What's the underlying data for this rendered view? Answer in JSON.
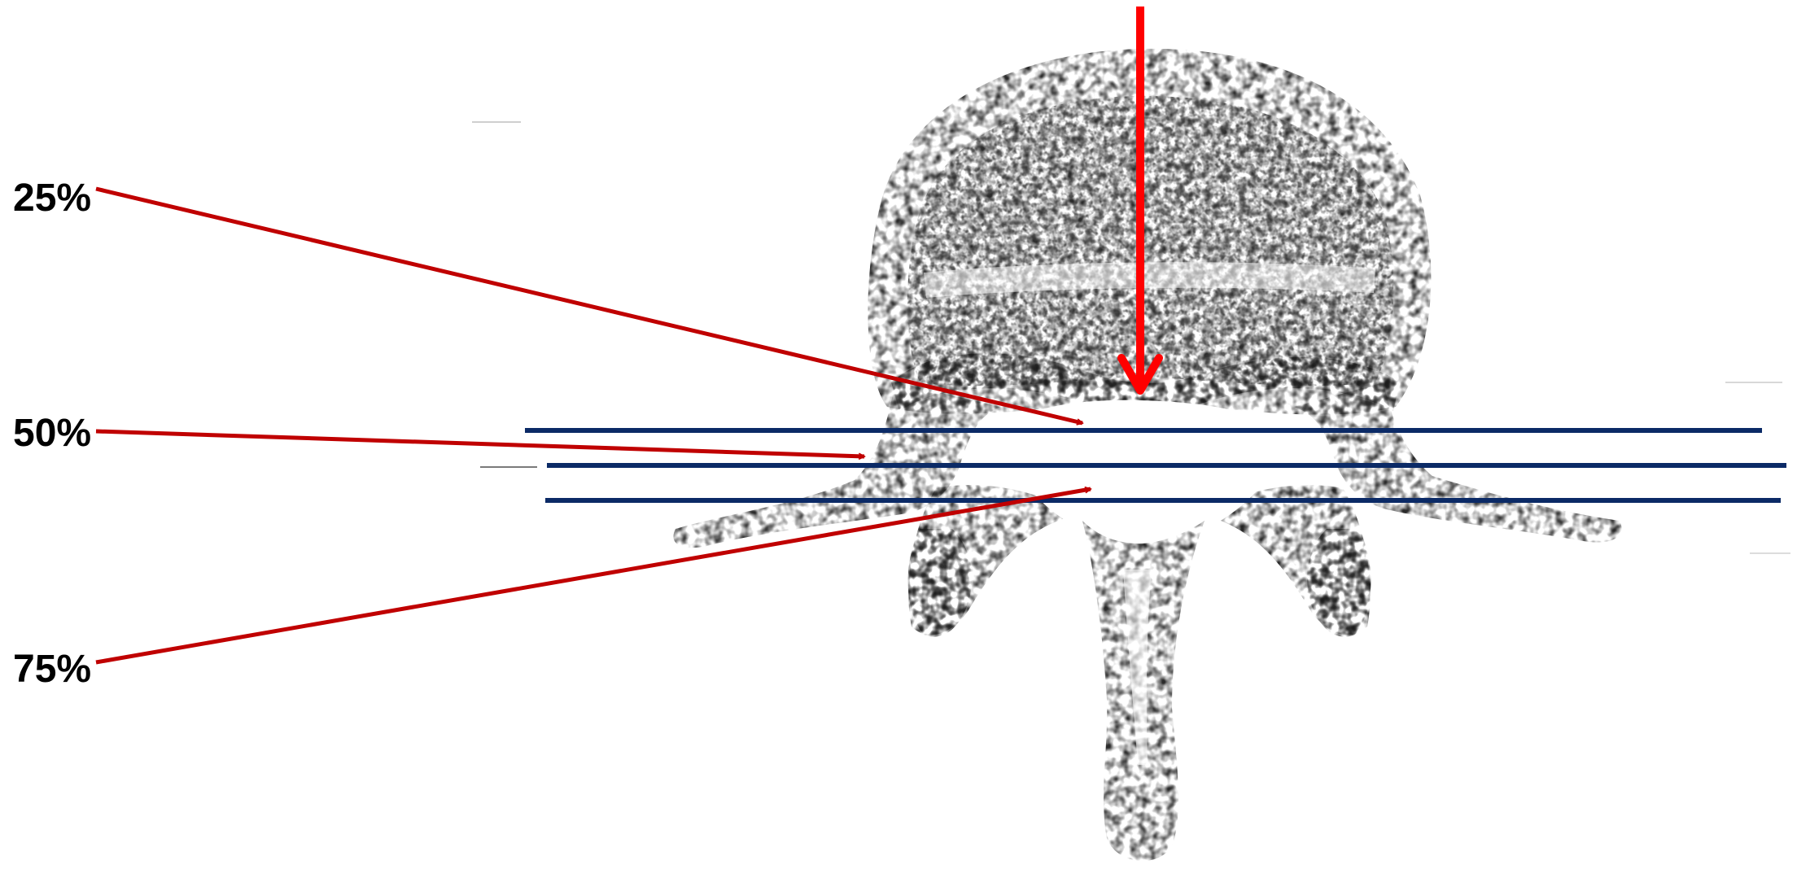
{
  "labels": {
    "level_25": "25%",
    "level_50": "50%",
    "level_75": "75%"
  },
  "colors": {
    "arrow": "#c00000",
    "central_arrow": "#ff0000",
    "section_line": "#0b2a66",
    "bone_dark": "#1b1b1b",
    "background": "#ffffff"
  },
  "icons": {
    "figure": "vertebra-illustration",
    "central_arrow": "down-arrow-icon",
    "label_arrow": "right-arrow-icon"
  }
}
